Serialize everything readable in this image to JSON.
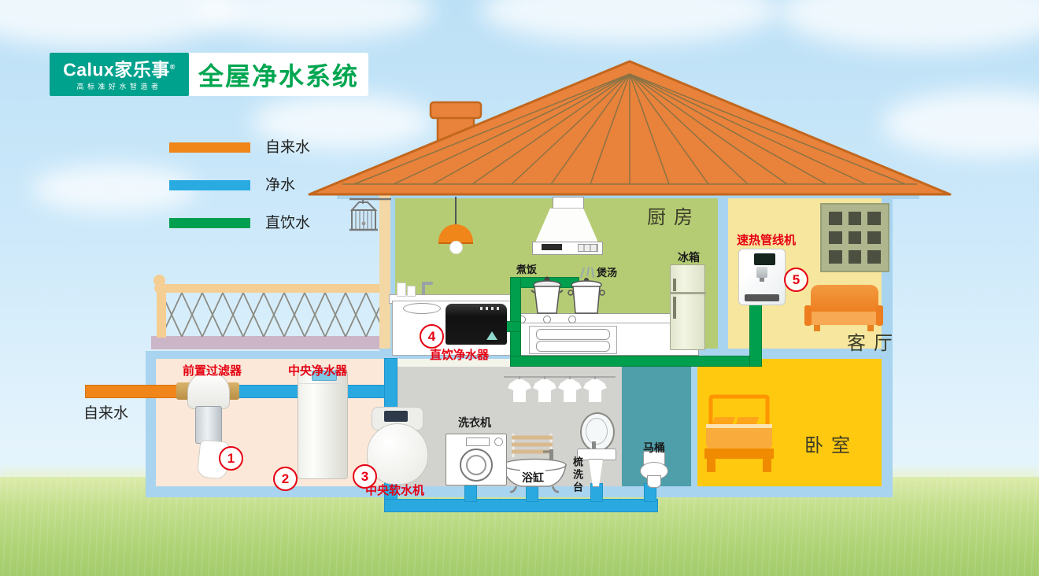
{
  "brand": {
    "name": "Calux家乐事",
    "reg": "®",
    "tagline": "高标准好水智造者",
    "box_color": "#00A18D"
  },
  "header": {
    "title": "全屋净水系统",
    "title_color": "#00A650"
  },
  "legend": {
    "items": [
      {
        "label": "自来水",
        "color": "#F08519"
      },
      {
        "label": "净水",
        "color": "#29ABE2"
      },
      {
        "label": "直饮水",
        "color": "#009E4F"
      }
    ]
  },
  "source": {
    "label": "自来水"
  },
  "rooms": {
    "kitchen": "厨房",
    "living": "客厅",
    "bedroom": "卧室"
  },
  "devices": [
    {
      "num": "1",
      "label": "前置过滤器"
    },
    {
      "num": "2",
      "label": "中央净水器"
    },
    {
      "num": "3",
      "label": "中央软水机"
    },
    {
      "num": "4",
      "label": "直饮净水器"
    },
    {
      "num": "5",
      "label": "速热管线机"
    }
  ],
  "fixtures": {
    "rice": "煮饭",
    "soup": "煲汤",
    "fridge": "冰箱",
    "washer": "洗衣机",
    "bathtub": "浴缸",
    "vanity": "梳洗台",
    "toilet": "马桶"
  },
  "palette": {
    "tap_pipe": "#F08519",
    "clean_pipe": "#29ABE2",
    "drink_pipe": "#009F4D",
    "label_red": "#E60012"
  }
}
